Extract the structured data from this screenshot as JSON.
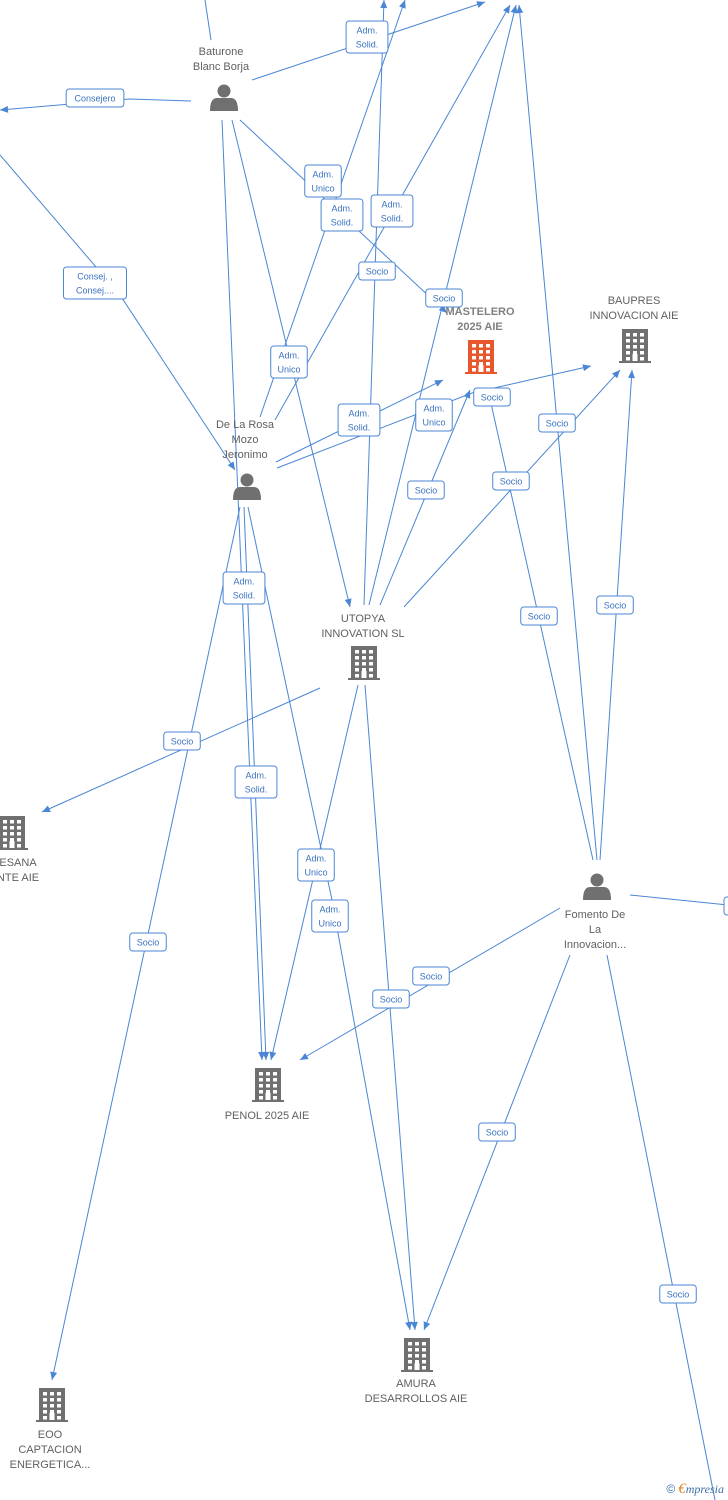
{
  "nodes": [
    {
      "id": "baturone",
      "kind": "person",
      "label": [
        "Baturone",
        "Blanc Borja"
      ]
    },
    {
      "id": "delarosa",
      "kind": "person",
      "label": [
        "De La Rosa",
        "Mozo",
        "Jeronimo"
      ]
    },
    {
      "id": "fomento",
      "kind": "person",
      "label": [
        "Fomento De",
        "La",
        "Innovacion..."
      ]
    },
    {
      "id": "mastelero",
      "kind": "company",
      "focus": true,
      "label": [
        "MASTELERO",
        "2025 AIE"
      ]
    },
    {
      "id": "baupres",
      "kind": "company",
      "label": [
        "BAUPRES",
        "INNOVACION AIE"
      ]
    },
    {
      "id": "utopya",
      "kind": "company",
      "label": [
        "UTOPYA",
        "INNOVATION  SL"
      ]
    },
    {
      "id": "penol",
      "kind": "company",
      "label": [
        "PENOL 2025 AIE"
      ]
    },
    {
      "id": "amura",
      "kind": "company",
      "label": [
        "AMURA",
        "DESARROLLOS AIE"
      ]
    },
    {
      "id": "eoo",
      "kind": "company",
      "label": [
        "EOO",
        "CAPTACION",
        "ENERGETICA..."
      ]
    },
    {
      "id": "mesana",
      "kind": "company",
      "label": [
        "ESANA",
        "NTE AIE"
      ]
    }
  ],
  "edge_labels": [
    {
      "id": "e1",
      "text": [
        "Adm.",
        "Solid."
      ]
    },
    {
      "id": "e2",
      "text": [
        "Consejero"
      ]
    },
    {
      "id": "e3",
      "text": [
        "Adm.",
        "Unico"
      ]
    },
    {
      "id": "e4",
      "text": [
        "Adm.",
        "Solid."
      ]
    },
    {
      "id": "e5",
      "text": [
        "Adm.",
        "Solid."
      ]
    },
    {
      "id": "e6",
      "text": [
        "Socio"
      ]
    },
    {
      "id": "e7",
      "text": [
        "Consej. ,",
        "Consej...."
      ]
    },
    {
      "id": "e8",
      "text": [
        "Socio"
      ]
    },
    {
      "id": "e9",
      "text": [
        "Adm.",
        "Unico"
      ]
    },
    {
      "id": "e10",
      "text": [
        "Adm.",
        "Solid."
      ]
    },
    {
      "id": "e11",
      "text": [
        "Adm.",
        "Unico"
      ]
    },
    {
      "id": "e12",
      "text": [
        "Socio"
      ]
    },
    {
      "id": "e13",
      "text": [
        "Socio"
      ]
    },
    {
      "id": "e14",
      "text": [
        "Socio"
      ]
    },
    {
      "id": "e15",
      "text": [
        "Socio"
      ]
    },
    {
      "id": "e16",
      "text": [
        "Adm.",
        "Solid."
      ]
    },
    {
      "id": "e17",
      "text": [
        "Socio"
      ]
    },
    {
      "id": "e18",
      "text": [
        "Socio"
      ]
    },
    {
      "id": "e19",
      "text": [
        "Adm.",
        "Solid."
      ]
    },
    {
      "id": "e20",
      "text": [
        "Socio"
      ]
    },
    {
      "id": "e21",
      "text": [
        "Adm.",
        "Unico"
      ]
    },
    {
      "id": "e22",
      "text": [
        "Adm.",
        "Unico"
      ]
    },
    {
      "id": "e23",
      "text": [
        "Socio"
      ]
    },
    {
      "id": "e24",
      "text": [
        "Socio"
      ]
    },
    {
      "id": "e25",
      "text": [
        "Socio"
      ]
    },
    {
      "id": "e26",
      "text": [
        "Socio"
      ]
    }
  ],
  "colors": {
    "edge": "#4a86d4",
    "person": "#707070",
    "company": "#707070",
    "focus": "#e8562c"
  },
  "watermark": {
    "copyright": "©",
    "brand_initial": "€",
    "brand_rest": "mpresia"
  }
}
